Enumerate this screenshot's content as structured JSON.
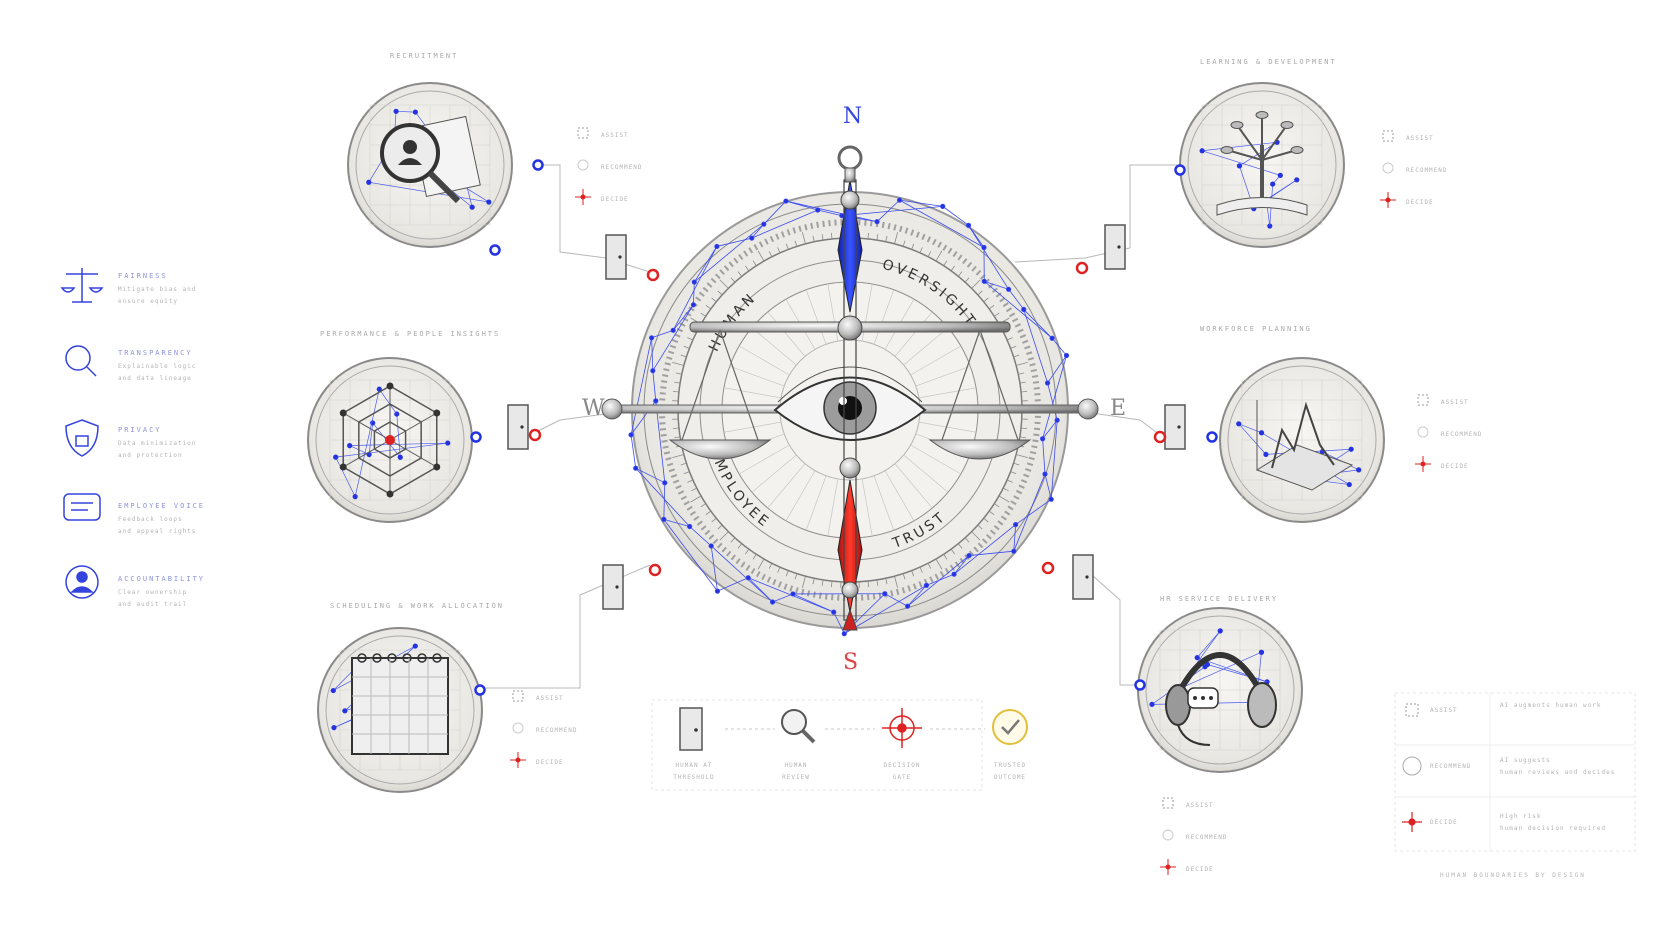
{
  "compass": {
    "north": "N",
    "south": "S",
    "east": "E",
    "west": "W",
    "ring_top_left": "HUMAN",
    "ring_top_right": "OVERSIGHT",
    "ring_bottom_left": "EMPLOYEE",
    "ring_bottom_right": "TRUST"
  },
  "modules": [
    {
      "title": "RECRUITMENT",
      "icon": "magnifier-profile-icon"
    },
    {
      "title": "LEARNING & DEVELOPMENT",
      "icon": "tree-book-icon"
    },
    {
      "title": "PERFORMANCE & PEOPLE INSIGHTS",
      "icon": "radar-hexagon-icon"
    },
    {
      "title": "WORKFORCE PLANNING",
      "icon": "3d-graph-icon"
    },
    {
      "title": "SCHEDULING & WORK ALLOCATION",
      "icon": "calendar-network-icon"
    },
    {
      "title": "HR SERVICE DELIVERY",
      "icon": "headset-chat-icon"
    }
  ],
  "modes": {
    "assist": "ASSIST",
    "recommend": "RECOMMEND",
    "decide": "DECIDE"
  },
  "principles": [
    {
      "title": "FAIRNESS",
      "desc1": "Mitigate bias and",
      "desc2": "ensure equity",
      "icon": "scales-icon"
    },
    {
      "title": "TRANSPARENCY",
      "desc1": "Explainable logic",
      "desc2": "and data lineage",
      "icon": "search-cycle-icon"
    },
    {
      "title": "PRIVACY",
      "desc1": "Data minimization",
      "desc2": "and protection",
      "icon": "shield-lock-icon"
    },
    {
      "title": "EMPLOYEE VOICE",
      "desc1": "Feedback loops",
      "desc2": "and appeal rights",
      "icon": "speech-bubble-icon"
    },
    {
      "title": "ACCOUNTABILITY",
      "desc1": "Clear ownership",
      "desc2": "and audit trail",
      "icon": "person-badge-icon"
    }
  ],
  "flow": [
    {
      "label1": "HUMAN AT",
      "label2": "THRESHOLD",
      "icon": "door-icon"
    },
    {
      "label1": "HUMAN",
      "label2": "REVIEW",
      "icon": "magnifier-icon"
    },
    {
      "label1": "DECISION",
      "label2": "GATE",
      "icon": "crosshair-icon"
    },
    {
      "label1": "TRUSTED",
      "label2": "OUTCOME",
      "icon": "check-icon"
    }
  ],
  "mode_legend": [
    {
      "name": "ASSIST",
      "d1": "AI augments human work",
      "d2": ""
    },
    {
      "name": "RECOMMEND",
      "d1": "AI suggests",
      "d2": "human reviews and decides"
    },
    {
      "name": "DECIDE",
      "d1": "High risk",
      "d2": "human decision required"
    }
  ],
  "footer_note": "HUMAN BOUNDARIES BY DESIGN",
  "colors": {
    "blue": "#2233dd",
    "red": "#dd2222",
    "ink": "#555555",
    "light": "#cccccc"
  }
}
